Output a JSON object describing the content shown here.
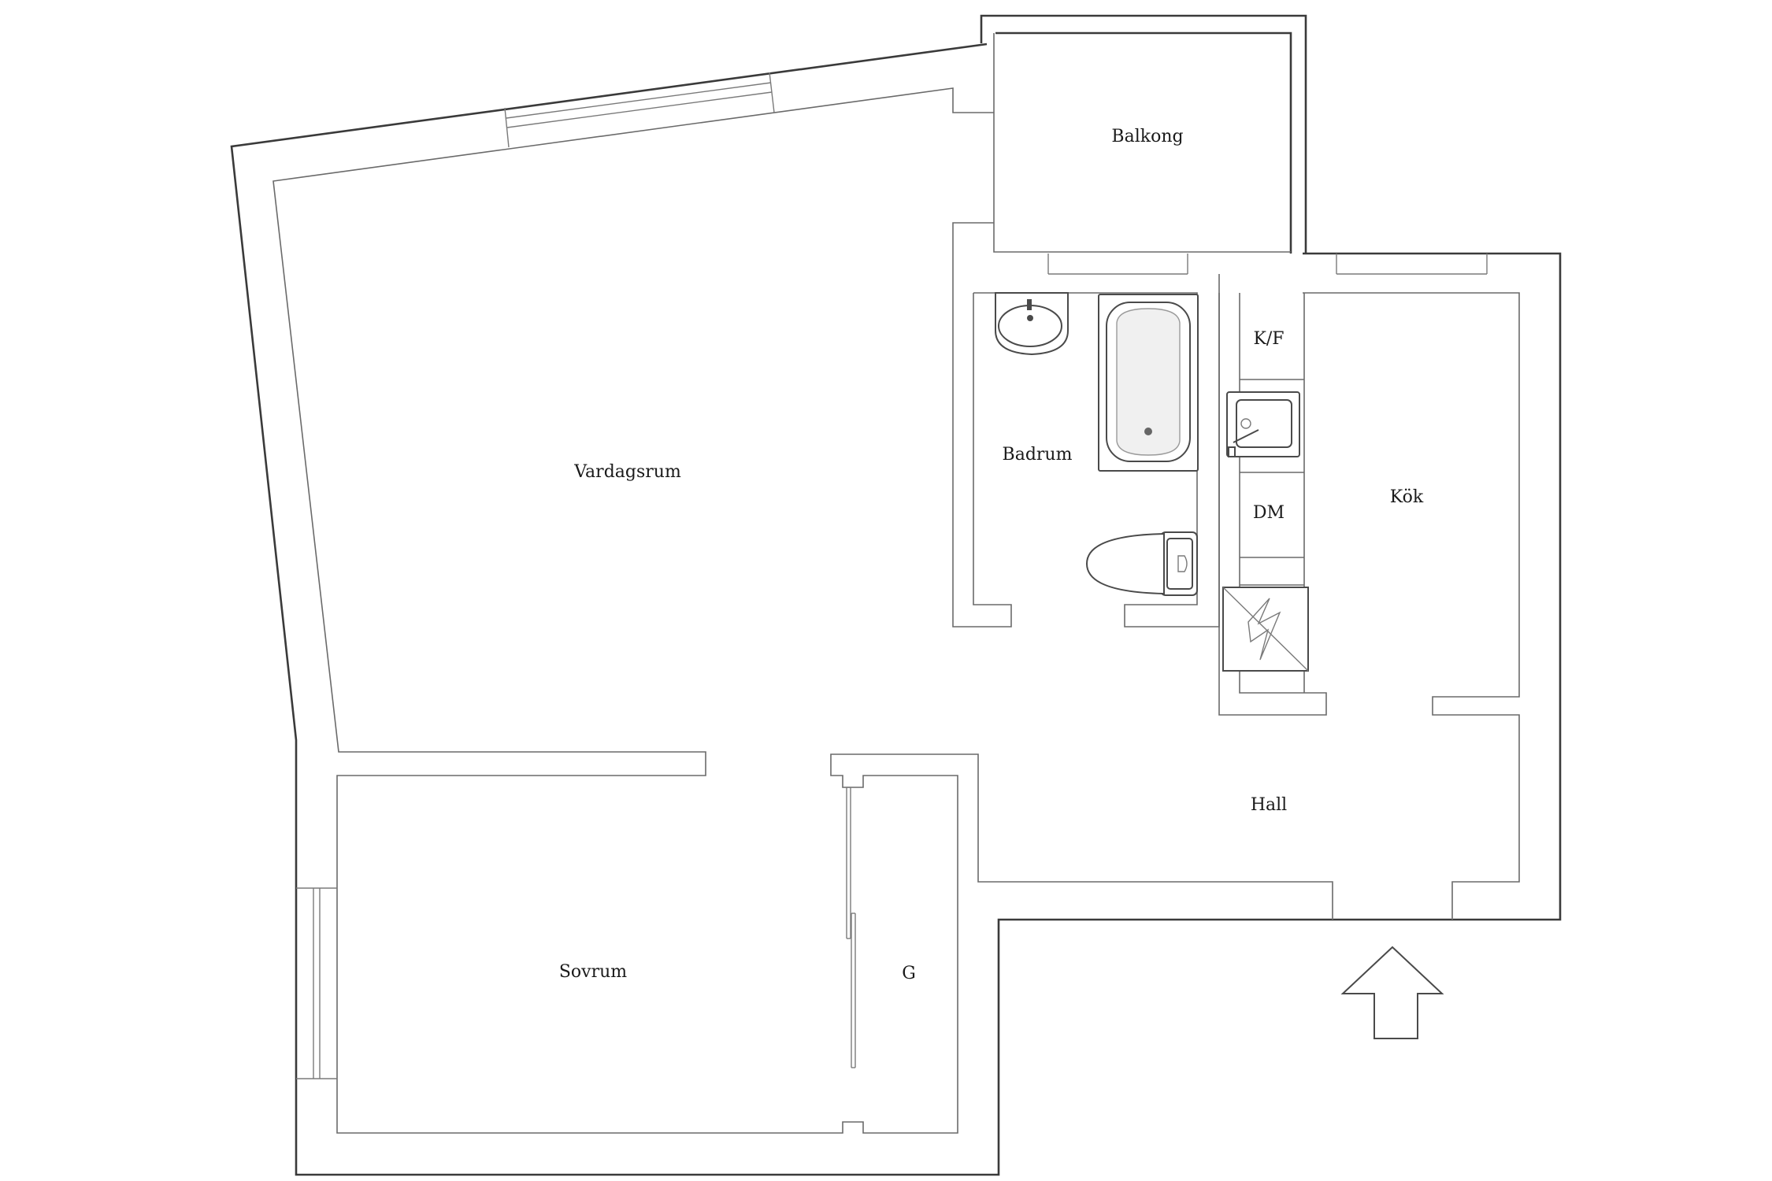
{
  "rooms": {
    "balkong": "Balkong",
    "vardagsrum": "Vardagsrum",
    "badrum": "Badrum",
    "kf": "K/F",
    "dm": "DM",
    "kok": "Kök",
    "hall": "Hall",
    "sovrum": "Sovrum",
    "g": "G"
  },
  "icons": {
    "entrance": "entrance-arrow-icon",
    "sink": "washbasin-icon",
    "bathtub": "bathtub-icon",
    "toilet": "toilet-icon",
    "kitchen_sink": "kitchen-sink-icon",
    "stove": "stove-icon"
  }
}
